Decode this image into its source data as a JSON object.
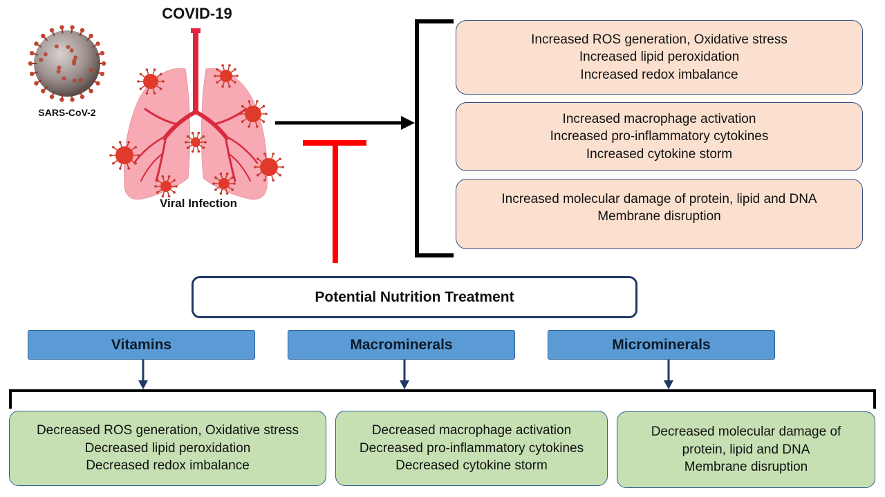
{
  "virus_label": "SARS-CoV-2",
  "disease_title": "COVID-19",
  "lung_caption": "Viral Infection",
  "effects": [
    {
      "lines": [
        "Increased ROS generation, Oxidative stress",
        "Increased lipid peroxidation",
        "Increased redox imbalance"
      ]
    },
    {
      "lines": [
        "Increased macrophage activation",
        "Increased pro-inflammatory cytokines",
        "Increased cytokine storm"
      ]
    },
    {
      "lines": [
        "Increased molecular damage of protein, lipid and DNA",
        "Membrane disruption"
      ]
    }
  ],
  "treatment_title": "Potential Nutrition Treatment",
  "categories": [
    "Vitamins",
    "Macrominerals",
    "Microminerals"
  ],
  "outcomes": [
    {
      "lines": [
        "Decreased ROS generation, Oxidative stress",
        "Decreased lipid peroxidation",
        "Decreased redox imbalance"
      ]
    },
    {
      "lines": [
        "Decreased  macrophage activation",
        "Decreased pro-inflammatory cytokines",
        "Decreased cytokine storm"
      ]
    },
    {
      "lines": [
        "Decreased molecular damage of",
        "protein, lipid and DNA",
        "Membrane disruption"
      ]
    }
  ],
  "colors": {
    "increase_arrow": "#ff0000",
    "inhibit_bar": "#ff0000",
    "effect_fill": "#fbe0cf",
    "outcome_fill": "#c6e0b4",
    "category_fill": "#5b9bd5",
    "lung_fill": "#f7a9b4",
    "trachea": "#e0243a",
    "virus": "#e03a2a",
    "border_navy": "#1f3864"
  }
}
